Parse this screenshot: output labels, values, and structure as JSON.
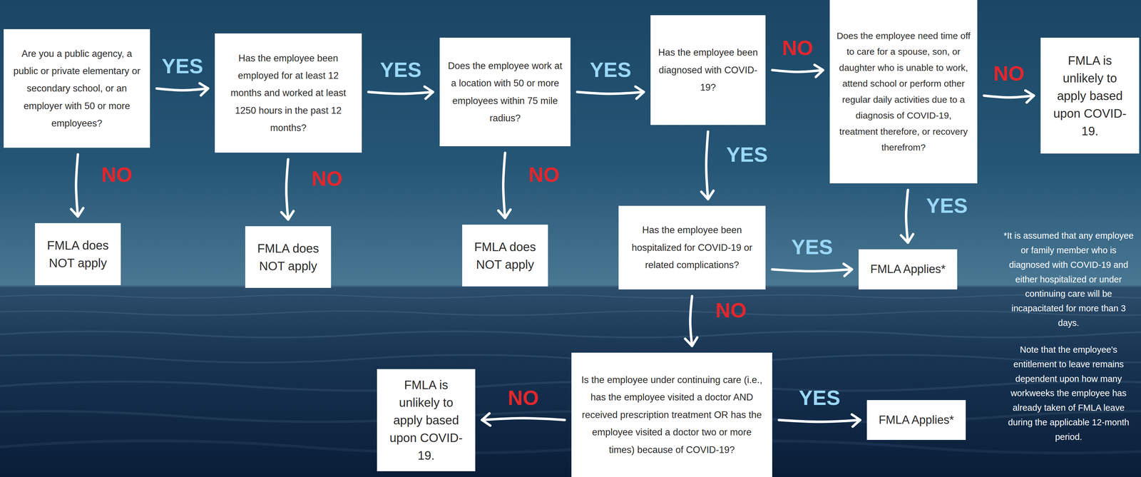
{
  "diagram": {
    "nodes": [
      {
        "text": [
          "Are you a public agency, a public or private elementary or secondary school, or an employer with 50 or more employees?"
        ]
      },
      {
        "text": [
          "FMLA does NOT apply"
        ]
      },
      {
        "text": [
          "Has the employee been employed for at least 12 months and worked at least 1250 hours in the past 12 months?"
        ]
      },
      {
        "text": [
          "FMLA does NOT apply"
        ]
      },
      {
        "text": [
          "Does the employee work at a location with 50 or more employees within 75 mile radius?"
        ]
      },
      {
        "text": [
          "FMLA does NOT apply"
        ]
      },
      {
        "text": [
          "Has the employee been diagnosed with COVID-19?"
        ]
      },
      {
        "text": [
          "Does the employee need time off to care for a spouse, son, or daughter who is unable to work, attend school or perform other regular daily activities due to a diagnosis of COVID-19, treatment therefore, or recovery therefrom?"
        ]
      },
      {
        "text": [
          "FMLA is unlikely to apply based upon COVID-19."
        ]
      },
      {
        "text": [
          "Has the employee been hospitalized for COVID-19 or related complications?"
        ]
      },
      {
        "text": [
          "FMLA Applies*"
        ]
      },
      {
        "text": [
          "Is the employee under continuing care (i.e., has the employee visited a doctor AND received prescription treatment OR has the employee visited a doctor two or more times) because of COVID-19?"
        ]
      },
      {
        "text": [
          "FMLA is unlikely to apply based upon COVID-19."
        ]
      },
      {
        "text": [
          "FMLA Applies*"
        ]
      }
    ],
    "edges": [
      {
        "from": 0,
        "to": 2,
        "label": "YES",
        "arrow": "to"
      },
      {
        "from": 0,
        "to": 1,
        "label": "NO",
        "arrow": "to"
      },
      {
        "from": 2,
        "to": 4,
        "label": "YES",
        "arrow": "to"
      },
      {
        "from": 2,
        "to": 3,
        "label": "NO",
        "arrow": "to"
      },
      {
        "from": 4,
        "to": 6,
        "label": "YES",
        "arrow": "to"
      },
      {
        "from": 4,
        "to": 5,
        "label": "NO",
        "arrow": "to"
      },
      {
        "from": 6,
        "to": 7,
        "label": "NO",
        "arrow": "to"
      },
      {
        "from": 6,
        "to": 9,
        "label": "YES",
        "arrow": "to"
      },
      {
        "from": 7,
        "to": 8,
        "label": "NO",
        "arrow": "to"
      },
      {
        "from": 7,
        "to": 10,
        "label": "YES",
        "arrow": "to"
      },
      {
        "from": 9,
        "to": 10,
        "label": "YES",
        "arrow": "to"
      },
      {
        "from": 9,
        "to": 11,
        "label": "NO",
        "arrow": "to"
      },
      {
        "from": 11,
        "to": 12,
        "label": "NO",
        "arrow": "to"
      },
      {
        "from": 11,
        "to": 13,
        "label": "YES",
        "arrow": "to"
      }
    ],
    "labels": [
      "*It is assumed that any employee or family member who is diagnosed with COVID-19 and either hospitalized or under continuing care will be incapacitated for more than 3 days.",
      "Note that the employee's entitlement to leave remains dependent upon how many workweeks the employee has already taken of FMLA leave during the applicable 12-month period."
    ]
  }
}
